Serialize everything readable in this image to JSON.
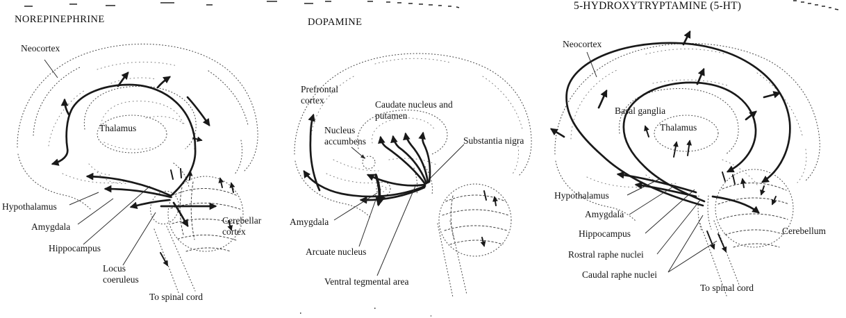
{
  "figure": {
    "colors": {
      "ink": "#191919",
      "paper": "#ffffff",
      "outline_dotted": "#4f4f4f"
    }
  },
  "panels": [
    {
      "id": "norepinephrine",
      "title": "NOREPINEPHRINE",
      "labels": [
        {
          "text": "Neocortex"
        },
        {
          "text": "Thalamus"
        },
        {
          "text": "Hypothalamus"
        },
        {
          "text": "Amygdala"
        },
        {
          "text": "Hippocampus"
        },
        {
          "text": "Locus coeruleus"
        },
        {
          "text": "To spinal cord"
        },
        {
          "text": "Cerebellar cortex"
        }
      ]
    },
    {
      "id": "dopamine",
      "title": "DOPAMINE",
      "labels": [
        {
          "text": "Prefrontal cortex"
        },
        {
          "text": "Caudate nucleus and putamen"
        },
        {
          "text": "Nucleus accumbens"
        },
        {
          "text": "Substantia nigra"
        },
        {
          "text": "Amygdala"
        },
        {
          "text": "Arcuate nucleus"
        },
        {
          "text": "Ventral tegmental area"
        }
      ]
    },
    {
      "id": "serotonin",
      "title": "5-HYDROXYTRYPTAMINE (5-HT)",
      "labels": [
        {
          "text": "Neocortex"
        },
        {
          "text": "Basal ganglia"
        },
        {
          "text": "Thalamus"
        },
        {
          "text": "Hypothalamus"
        },
        {
          "text": "Amygdala"
        },
        {
          "text": "Hippocampus"
        },
        {
          "text": "Rostral raphe nuclei"
        },
        {
          "text": "Caudal raphe nuclei"
        },
        {
          "text": "To spinal cord"
        },
        {
          "text": "Cerebellum"
        }
      ]
    }
  ]
}
